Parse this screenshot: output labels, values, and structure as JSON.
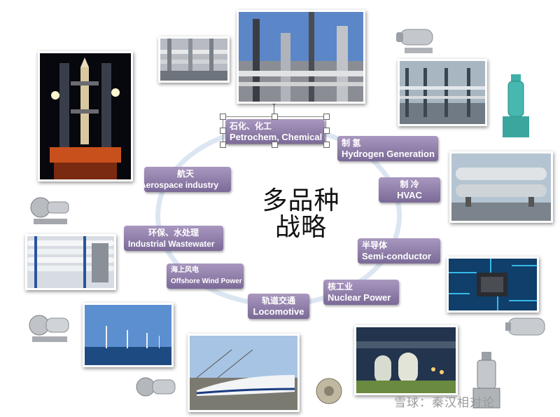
{
  "center_title": {
    "line1": "多品种",
    "line2": "战略"
  },
  "sectors": [
    {
      "zh": "石化、化工",
      "en": "Petrochem, Chemical"
    },
    {
      "zh": "制 氢",
      "en": "Hydrogen Generation"
    },
    {
      "zh": "制 冷",
      "en": "HVAC"
    },
    {
      "zh": "半导体",
      "en": "Semi-conductor"
    },
    {
      "zh": "核工业",
      "en": "Nuclear Power"
    },
    {
      "zh": "轨道交通",
      "en": "Locomotive"
    },
    {
      "zh": "海上风电",
      "en": "Offshore Wind Power"
    },
    {
      "zh": "环保、水处理",
      "en": "Industrial Wastewater"
    },
    {
      "zh": "航天",
      "en": "Aerospace industry"
    }
  ],
  "watermark": "雪球：秦汉相对论",
  "colors": {
    "label": "#8f7fab",
    "ring": "#dbe6f2",
    "label_text": "#ffffff"
  }
}
